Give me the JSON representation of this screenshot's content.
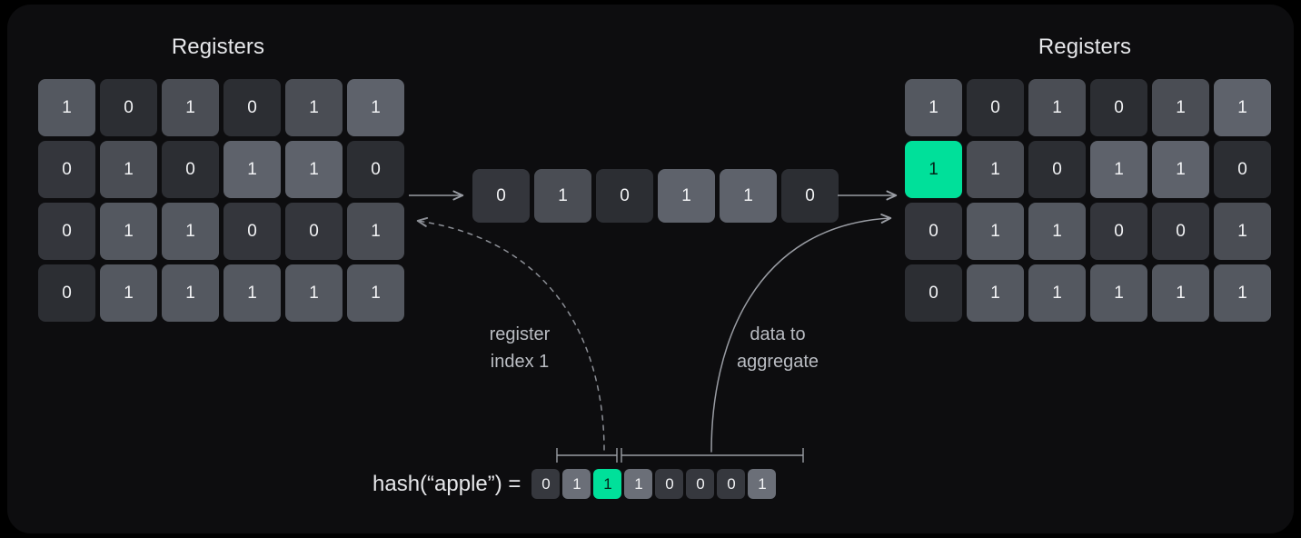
{
  "diagram": {
    "title_left": "Registers",
    "title_right": "Registers",
    "highlight_color": "#00e09a",
    "panel_color": "#0d0d0f",
    "background_color": "#000000"
  },
  "registers_left": {
    "title": "Registers",
    "rows": [
      [
        {
          "v": "1",
          "shade": 4
        },
        {
          "v": "0",
          "shade": 0
        },
        {
          "v": "1",
          "shade": 3
        },
        {
          "v": "0",
          "shade": 0
        },
        {
          "v": "1",
          "shade": 3
        },
        {
          "v": "1",
          "shade": 5
        }
      ],
      [
        {
          "v": "0",
          "shade": 1
        },
        {
          "v": "1",
          "shade": 3
        },
        {
          "v": "0",
          "shade": 0
        },
        {
          "v": "1",
          "shade": 5
        },
        {
          "v": "1",
          "shade": 5
        },
        {
          "v": "0",
          "shade": 0
        }
      ],
      [
        {
          "v": "0",
          "shade": 1
        },
        {
          "v": "1",
          "shade": 4
        },
        {
          "v": "1",
          "shade": 4
        },
        {
          "v": "0",
          "shade": 1
        },
        {
          "v": "0",
          "shade": 1
        },
        {
          "v": "1",
          "shade": 3
        }
      ],
      [
        {
          "v": "0",
          "shade": 0
        },
        {
          "v": "1",
          "shade": 4
        },
        {
          "v": "1",
          "shade": 4
        },
        {
          "v": "1",
          "shade": 4
        },
        {
          "v": "1",
          "shade": 4
        },
        {
          "v": "1",
          "shade": 4
        }
      ]
    ]
  },
  "registers_right": {
    "title": "Registers",
    "rows": [
      [
        {
          "v": "1",
          "shade": 4
        },
        {
          "v": "0",
          "shade": 0
        },
        {
          "v": "1",
          "shade": 3
        },
        {
          "v": "0",
          "shade": 0
        },
        {
          "v": "1",
          "shade": 3
        },
        {
          "v": "1",
          "shade": 5
        }
      ],
      [
        {
          "v": "1",
          "shade": -1
        },
        {
          "v": "1",
          "shade": 3
        },
        {
          "v": "0",
          "shade": 0
        },
        {
          "v": "1",
          "shade": 5
        },
        {
          "v": "1",
          "shade": 5
        },
        {
          "v": "0",
          "shade": 0
        }
      ],
      [
        {
          "v": "0",
          "shade": 1
        },
        {
          "v": "1",
          "shade": 4
        },
        {
          "v": "1",
          "shade": 4
        },
        {
          "v": "0",
          "shade": 1
        },
        {
          "v": "0",
          "shade": 1
        },
        {
          "v": "1",
          "shade": 3
        }
      ],
      [
        {
          "v": "0",
          "shade": 0
        },
        {
          "v": "1",
          "shade": 4
        },
        {
          "v": "1",
          "shade": 4
        },
        {
          "v": "1",
          "shade": 4
        },
        {
          "v": "1",
          "shade": 4
        },
        {
          "v": "1",
          "shade": 4
        }
      ]
    ]
  },
  "selected_register": {
    "cells": [
      {
        "v": "0",
        "shade": 1
      },
      {
        "v": "1",
        "shade": 3
      },
      {
        "v": "0",
        "shade": 0
      },
      {
        "v": "1",
        "shade": 5
      },
      {
        "v": "1",
        "shade": 5
      },
      {
        "v": "0",
        "shade": 0
      }
    ]
  },
  "annotations": {
    "register_index": "register\nindex 1",
    "data_to_aggregate": "data to\naggregate"
  },
  "hash": {
    "label": "hash(“apple”) =",
    "bits": [
      {
        "v": "0",
        "state": "b0"
      },
      {
        "v": "1",
        "state": "b1"
      },
      {
        "v": "1",
        "state": "hl"
      },
      {
        "v": "1",
        "state": "b1"
      },
      {
        "v": "0",
        "state": "b0"
      },
      {
        "v": "0",
        "state": "b0"
      },
      {
        "v": "0",
        "state": "b0"
      },
      {
        "v": "1",
        "state": "b1"
      }
    ],
    "bracket_index_bits": "bits 1-2",
    "bracket_data_bits": "bits 3-8"
  }
}
